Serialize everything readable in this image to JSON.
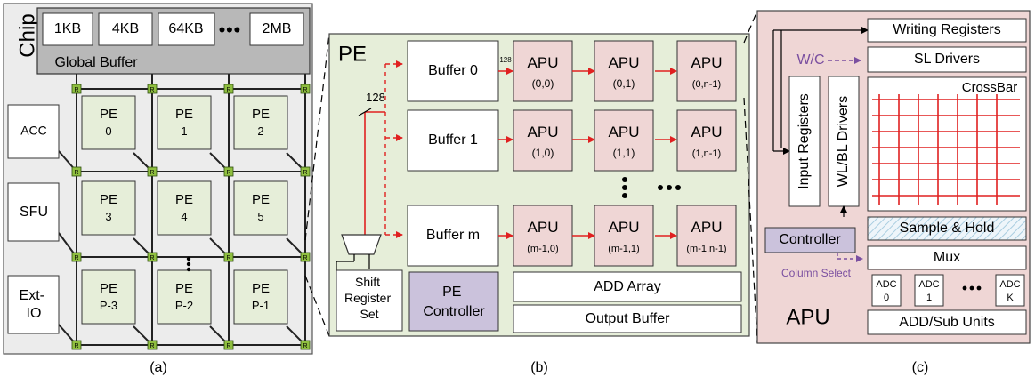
{
  "chip": {
    "title": "Chip",
    "global_buffer_label": "Global Buffer",
    "buffer_sizes": [
      "1KB",
      "4KB",
      "64KB",
      "2MB"
    ],
    "buffer_ellipsis": "●●●",
    "side_units": [
      "ACC",
      "SFU",
      "Ext-IO"
    ],
    "pe_tiles": [
      {
        "name": "PE",
        "index": "0"
      },
      {
        "name": "PE",
        "index": "1"
      },
      {
        "name": "PE",
        "index": "2"
      },
      {
        "name": "PE",
        "index": "3"
      },
      {
        "name": "PE",
        "index": "4"
      },
      {
        "name": "PE",
        "index": "5"
      },
      {
        "name": "PE",
        "index": "P-3"
      },
      {
        "name": "PE",
        "index": "P-2"
      },
      {
        "name": "PE",
        "index": "P-1"
      }
    ],
    "router_label": "R",
    "caption": "(a)"
  },
  "pe": {
    "title": "PE",
    "buffers": [
      "Buffer 0",
      "Buffer 1",
      "Buffer m"
    ],
    "apu_label": "APU",
    "apu_indices": [
      "(0,0)",
      "(0,1)",
      "(0,n-1)",
      "(1,0)",
      "(1,1)",
      "(1,n-1)",
      "(m-1,0)",
      "(m-1,1)",
      "(m-1,n-1)"
    ],
    "bus_width_small": "128",
    "bus_width_large": "128",
    "shift_register": [
      "Shift",
      "Register",
      "Set"
    ],
    "pe_controller": [
      "PE",
      "Controller"
    ],
    "add_array": "ADD Array",
    "output_buffer": "Output Buffer",
    "caption": "(b)"
  },
  "apu": {
    "title": "APU",
    "writing_registers": "Writing Registers",
    "sl_drivers": "SL Drivers",
    "wc_label": "W/C",
    "crossbar": "CrossBar",
    "input_registers": "Input Registers",
    "wlbl_drivers": "WL/BL Drivers",
    "sample_hold": "Sample & Hold",
    "controller": "Controller",
    "column_select": "Column Select",
    "mux": "Mux",
    "adcs": [
      {
        "name": "ADC",
        "index": "0"
      },
      {
        "name": "ADC",
        "index": "1"
      },
      {
        "name": "ADC",
        "index": "K"
      }
    ],
    "adc_ellipsis": "●●●",
    "add_sub_units": "ADD/Sub Units",
    "caption": "(c)"
  },
  "colors": {
    "chip_bg": "#ececec",
    "pe_green": "#e6eed9",
    "apu_pink": "#efd6d5",
    "controller_purple": "#cbc2dc",
    "router_green": "#8fbf3f",
    "red": "#e02020",
    "purple": "#7a4fa0"
  }
}
